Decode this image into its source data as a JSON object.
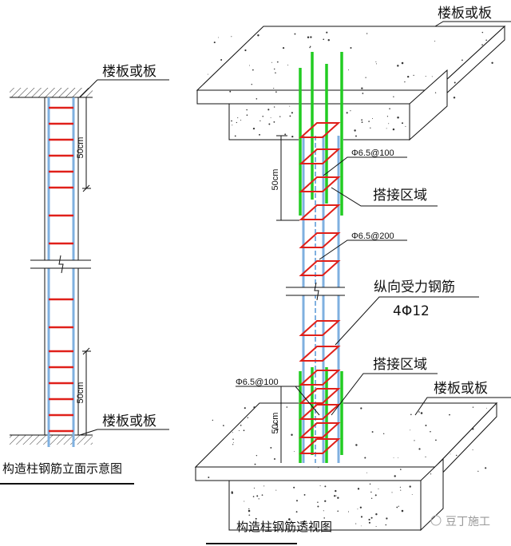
{
  "elevation": {
    "top_label": "楼板或板",
    "bottom_label": "楼板或板",
    "dim_top": "50cm",
    "dim_bottom": "50cm",
    "title": "构造柱钢筋立面示意图"
  },
  "perspective": {
    "top_slab_label": "楼板或板",
    "stirrup_dense_top": "Φ6.5@100",
    "lap_zone_top": "搭接区域",
    "stirrup_normal": "Φ6.5@200",
    "longitudinal_label": "纵向受力钢筋",
    "longitudinal_spec": "4Φ12",
    "lap_zone_bottom": "搭接区域",
    "bottom_slab_label": "楼板或板",
    "stirrup_dense_bottom": "Φ6.5@100",
    "dim_top": "50cm",
    "dim_bottom": "50cm",
    "title": "构造柱钢筋透视图"
  },
  "watermark": "豆丁施工",
  "colors": {
    "stirrup": "#e0201a",
    "lap_bar": "#22cc22",
    "main_bar": "#7fb0e0",
    "line": "#111111"
  }
}
